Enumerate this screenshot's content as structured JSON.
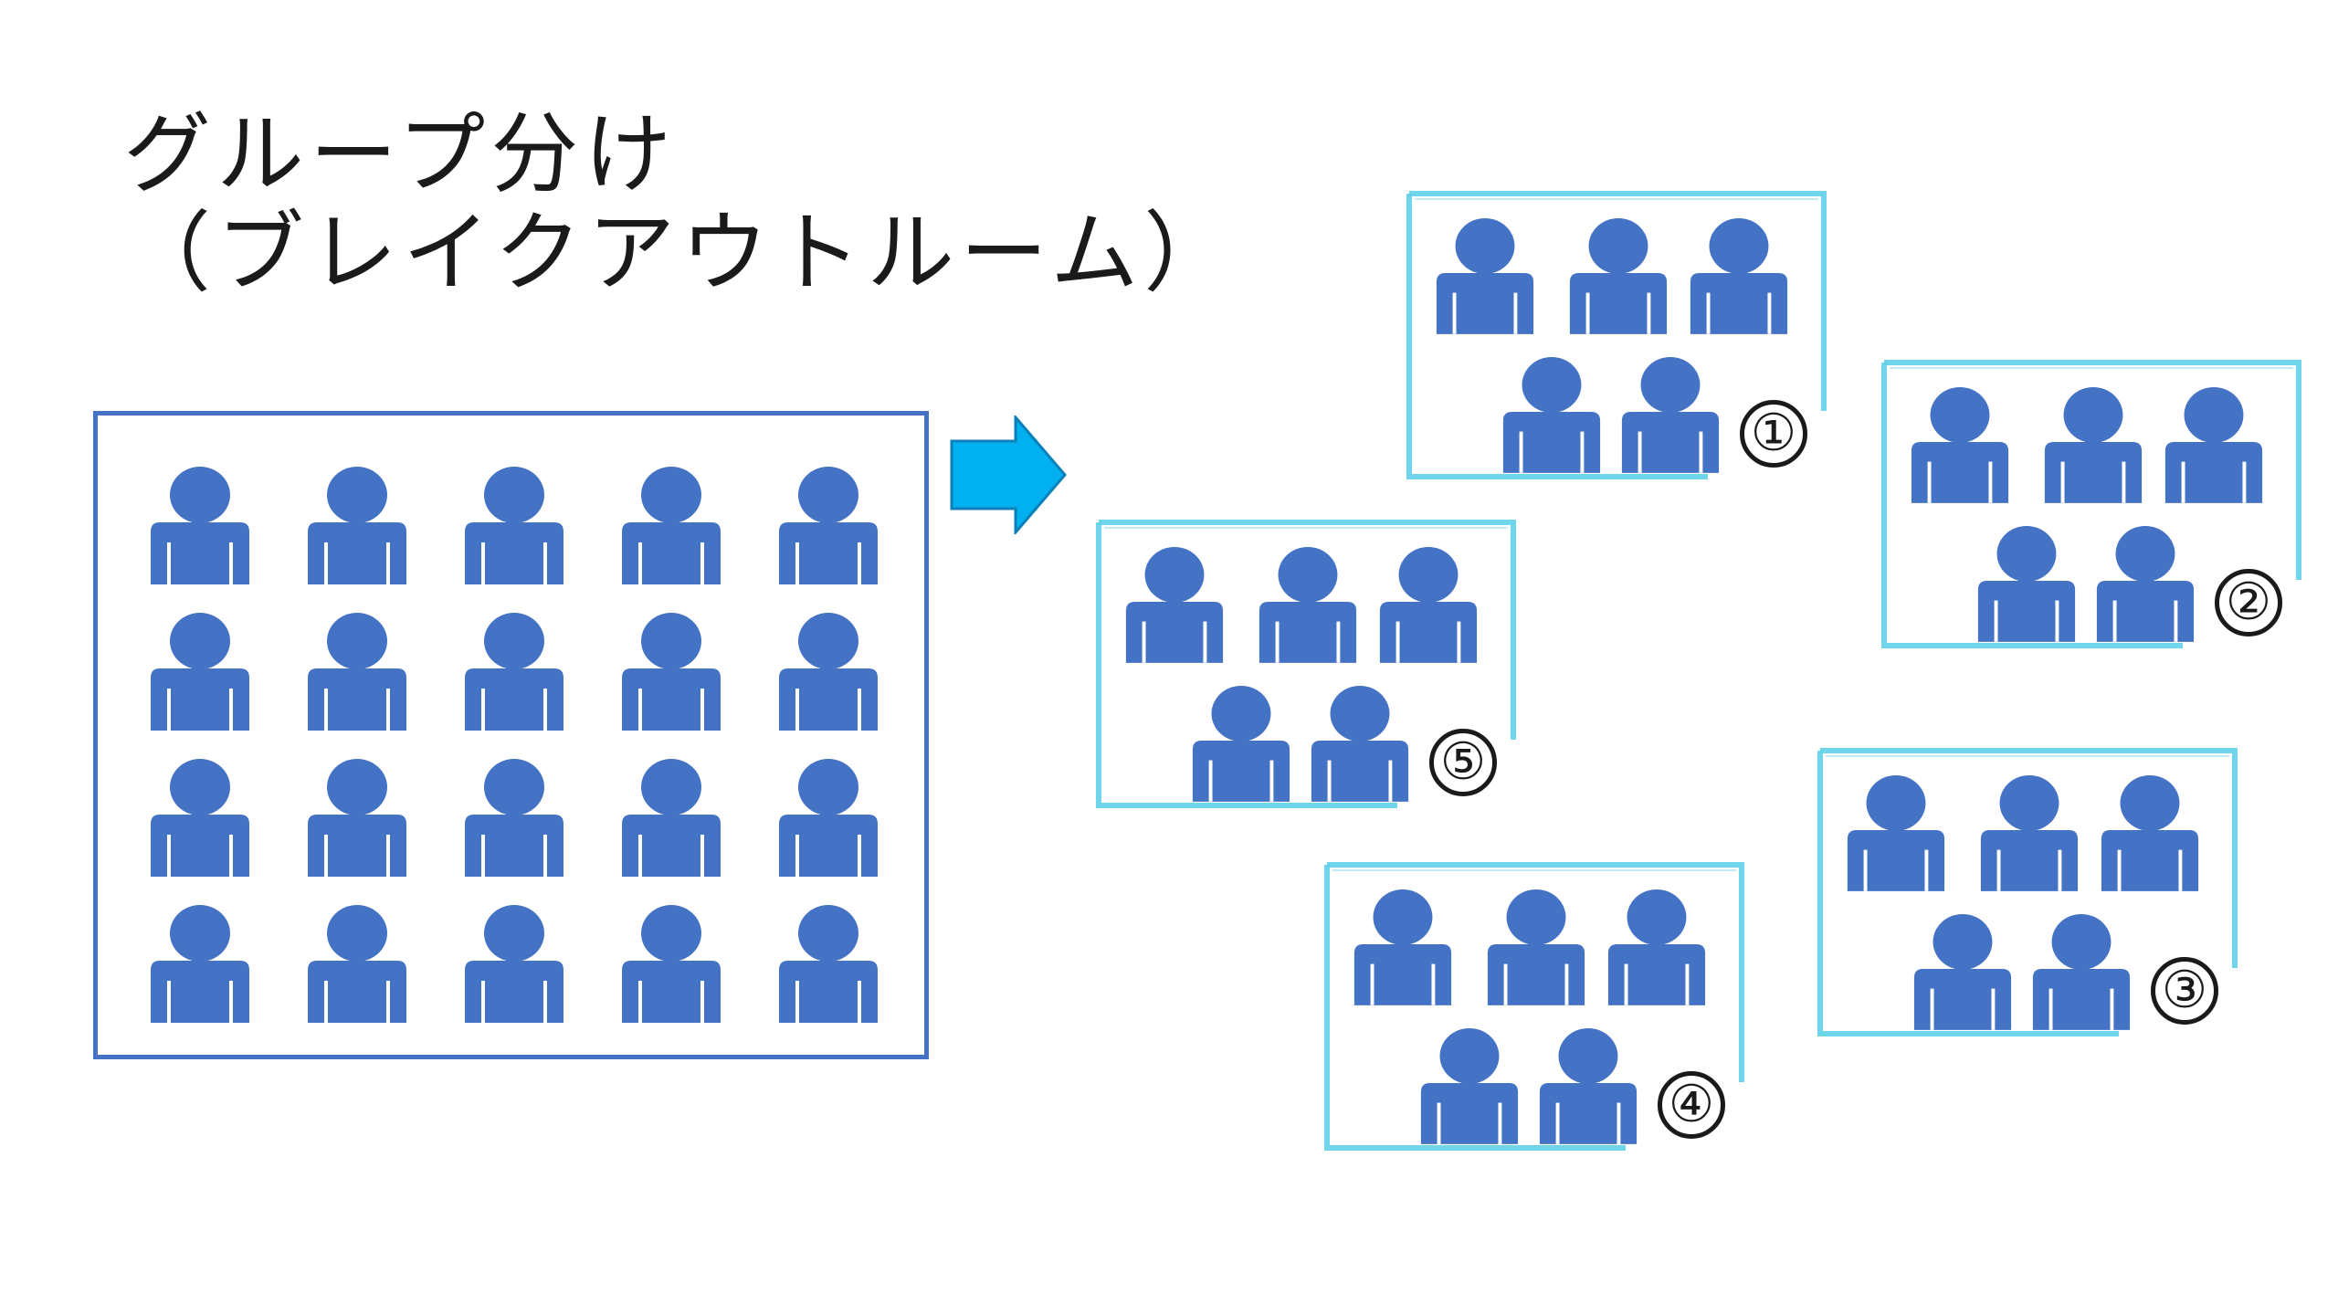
{
  "title": {
    "line1": "グループ分け",
    "line2": "（ブレイクアウトルーム）"
  },
  "colors": {
    "person": "#4472c4",
    "box_border": "#4472c4",
    "arrow": "#00b0f0",
    "group_frame": "#5fd0e8"
  },
  "icons": {
    "person": "person-icon",
    "arrow": "right-arrow-icon"
  },
  "main_room": {
    "rows": 4,
    "columns": 5,
    "people": 20
  },
  "groups": [
    {
      "number": "①",
      "people": 5
    },
    {
      "number": "②",
      "people": 5
    },
    {
      "number": "③",
      "people": 5
    },
    {
      "number": "④",
      "people": 5
    },
    {
      "number": "⑤",
      "people": 5
    }
  ]
}
